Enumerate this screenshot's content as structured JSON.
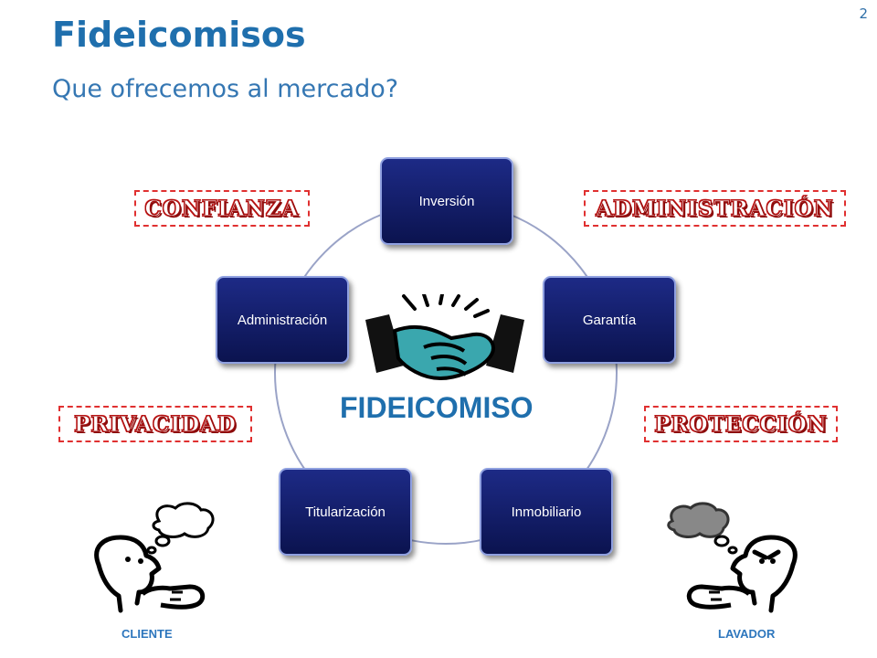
{
  "slide_number": "2",
  "title": "Fideicomisos",
  "subtitle": "Que ofrecemos al mercado?",
  "center_label": "FIDEICOMISO",
  "cycle_nodes": {
    "inversion": "Inversión",
    "garantia": "Garantía",
    "inmobiliario": "Inmobiliario",
    "titularizacion": "Titularización",
    "administracion": "Administración"
  },
  "tags": {
    "confianza": "Confianza",
    "administracion": "Administración",
    "privacidad": "Privacidad",
    "proteccion": "Protección"
  },
  "characters": {
    "cliente": "CLIENTE",
    "lavador": "LAVADOR"
  },
  "colors": {
    "title": "#1f6fad",
    "node_fill": "#0f1a5e",
    "tag_border": "#e03030",
    "tag_text": "#c41414",
    "ring": "#9aa3c7"
  }
}
